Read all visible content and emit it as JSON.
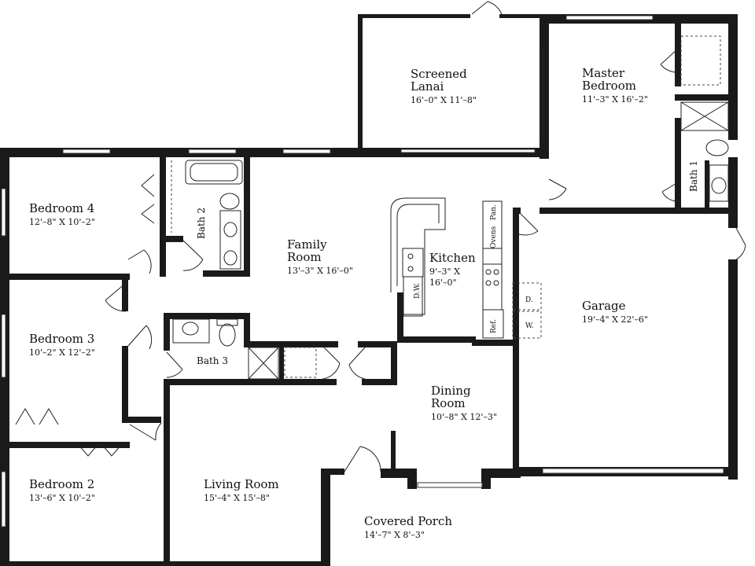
{
  "rooms": {
    "screened_lanai": {
      "name_line1": "Screened",
      "name_line2": "Lanai",
      "dims": "16'–0\" X 11'–8\""
    },
    "master_bedroom": {
      "name_line1": "Master",
      "name_line2": "Bedroom",
      "dims": "11'–3\" X 16'–2\""
    },
    "bedroom_4": {
      "name": "Bedroom 4",
      "dims": "12'–8\" X 10'–2\""
    },
    "family_room": {
      "name_line1": "Family",
      "name_line2": "Room",
      "dims": "13'–3\" X 16'–0\""
    },
    "kitchen": {
      "name": "Kitchen",
      "dims_line1": "9'–3\" X",
      "dims_line2": "16'–0\""
    },
    "bedroom_3": {
      "name": "Bedroom 3",
      "dims": "10'–2\" X 12'–2\""
    },
    "garage": {
      "name": "Garage",
      "dims": "19'–4\" X 22'–6\""
    },
    "dining_room": {
      "name_line1": "Dining",
      "name_line2": "Room",
      "dims": "10'–8\" X 12'–3\""
    },
    "bedroom_2": {
      "name": "Bedroom 2",
      "dims": "13'–6\" X 10'–2\""
    },
    "living_room": {
      "name": "Living Room",
      "dims": "15'–4\" X 15'–8\""
    },
    "covered_porch": {
      "name": "Covered Porch",
      "dims": "14'–7\" X 8'–3\""
    }
  },
  "labels": {
    "bath_1": "Bath 1",
    "bath_2": "Bath 2",
    "bath_3": "Bath 3",
    "pan": "Pan.",
    "ovens": "Ovens",
    "dw": "D.W.",
    "ref": "Ref.",
    "dryer": "D.",
    "washer": "W."
  }
}
